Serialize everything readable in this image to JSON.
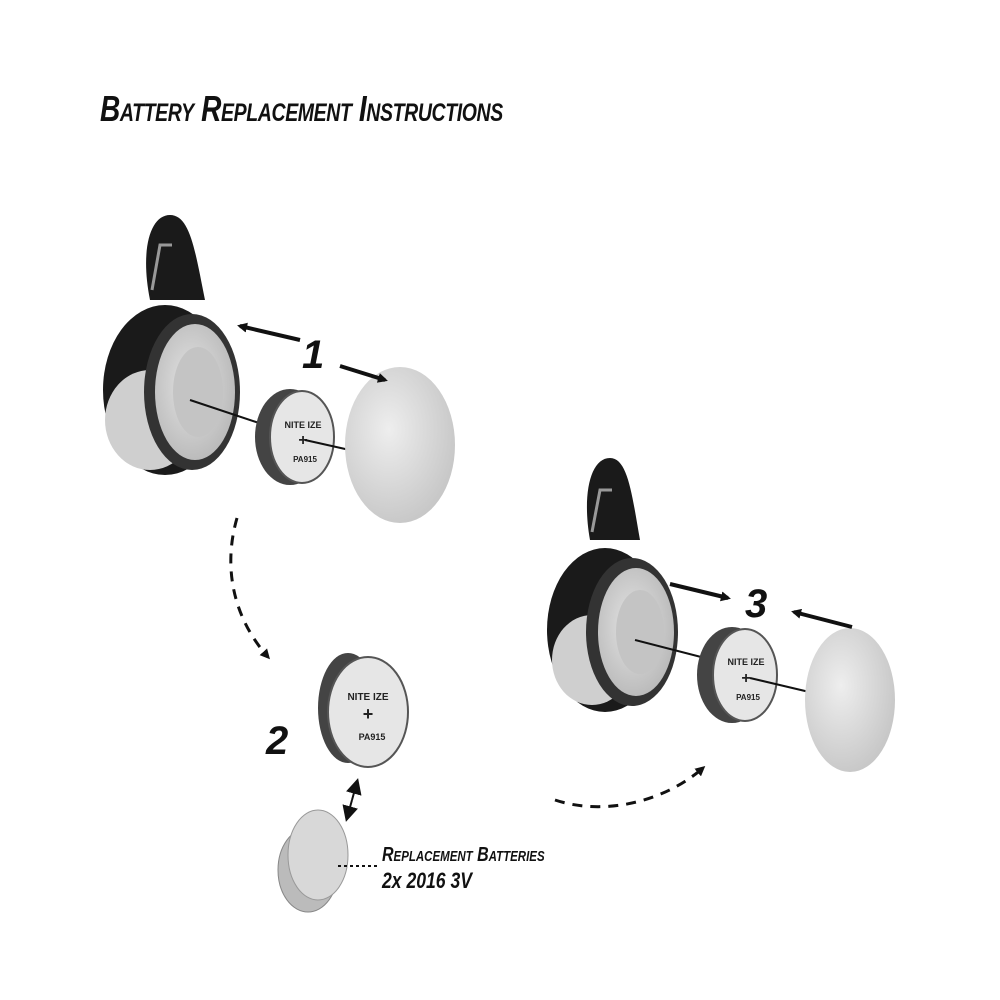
{
  "title": "Battery Replacement Instructions",
  "steps": {
    "one": "1",
    "two": "2",
    "three": "3"
  },
  "module": {
    "brand": "NITE IZE",
    "polarity": "+",
    "code": "PA915"
  },
  "replacement": {
    "line1": "Replacement Batteries",
    "line2": "2x 2016 3V"
  },
  "colors": {
    "housing": "#1a1a1a",
    "lens": "#d4d4d4",
    "module_face": "#e6e6e6",
    "ink": "#111111"
  }
}
